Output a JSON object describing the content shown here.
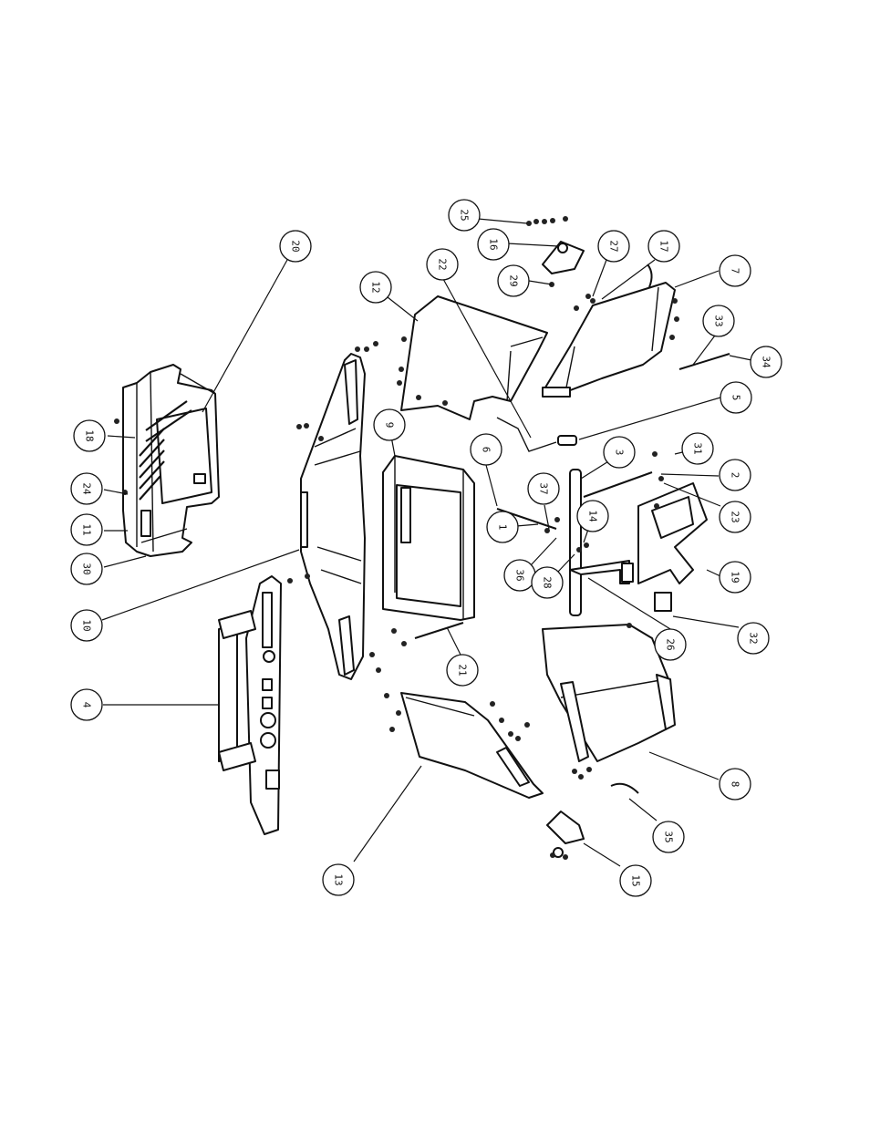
{
  "callouts": [
    {
      "id": "c25",
      "label": "25"
    },
    {
      "id": "c16",
      "label": "16"
    },
    {
      "id": "c22",
      "label": "22"
    },
    {
      "id": "c20",
      "label": "20"
    },
    {
      "id": "c12",
      "label": "12"
    },
    {
      "id": "c29",
      "label": "29"
    },
    {
      "id": "c27",
      "label": "27"
    },
    {
      "id": "c17",
      "label": "17"
    },
    {
      "id": "c7",
      "label": "7"
    },
    {
      "id": "c33",
      "label": "33"
    },
    {
      "id": "c34",
      "label": "34"
    },
    {
      "id": "c5",
      "label": "5"
    },
    {
      "id": "c9",
      "label": "9"
    },
    {
      "id": "c18",
      "label": "18"
    },
    {
      "id": "c24",
      "label": "24"
    },
    {
      "id": "c11",
      "label": "11"
    },
    {
      "id": "c30",
      "label": "30"
    },
    {
      "id": "c6",
      "label": "6"
    },
    {
      "id": "c3",
      "label": "3"
    },
    {
      "id": "c31",
      "label": "31"
    },
    {
      "id": "c37",
      "label": "37"
    },
    {
      "id": "c2",
      "label": "2"
    },
    {
      "id": "c1",
      "label": "1"
    },
    {
      "id": "c14",
      "label": "14"
    },
    {
      "id": "c23",
      "label": "23"
    },
    {
      "id": "c36",
      "label": "36"
    },
    {
      "id": "c28",
      "label": "28"
    },
    {
      "id": "c19",
      "label": "19"
    },
    {
      "id": "c10",
      "label": "10"
    },
    {
      "id": "c26",
      "label": "26"
    },
    {
      "id": "c32",
      "label": "32"
    },
    {
      "id": "c21",
      "label": "21"
    },
    {
      "id": "c4",
      "label": "4"
    },
    {
      "id": "c8",
      "label": "8"
    },
    {
      "id": "c35",
      "label": "35"
    },
    {
      "id": "c13",
      "label": "13"
    },
    {
      "id": "c15",
      "label": "15"
    }
  ]
}
